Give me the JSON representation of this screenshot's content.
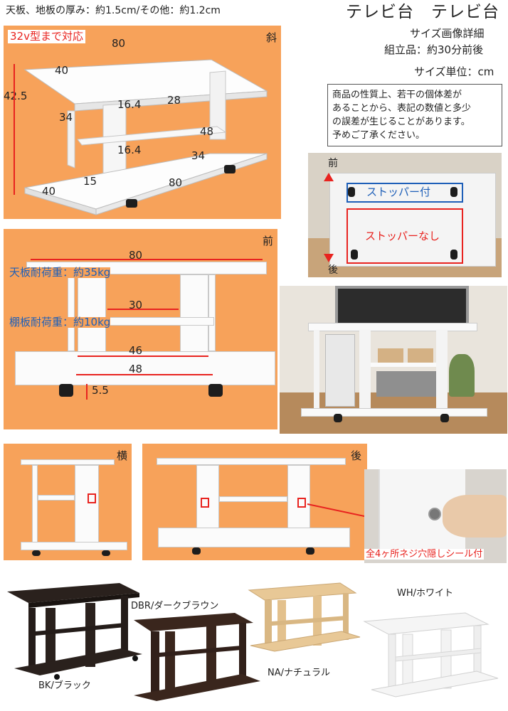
{
  "header": {
    "thickness": "天板、地板の厚み：約1.5cm/その他：約1.2cm",
    "title": "テレビ台　テレビ台",
    "subtitle": "サイズ画像詳細",
    "assembly": "組立品：約30分前後",
    "unit": "サイズ単位：cm"
  },
  "note": {
    "lines": [
      "商品の性質上、若干の個体差が",
      "あることから、表記の数値と多少",
      "の誤差が生じることがあります。",
      "予めご了承ください。"
    ]
  },
  "diag": {
    "badge": "32v型まで対応",
    "view": "斜",
    "w_top": "80",
    "d_top": "40",
    "h_total": "42.5",
    "h_side": "34",
    "h_upper": "16.4",
    "h_lower": "16.4",
    "d_shelf": "28",
    "w_shelf": "48",
    "w_inner": "34",
    "leg": "15",
    "d_bottom": "40",
    "w_bottom": "80"
  },
  "front": {
    "view": "前",
    "w_top": "80",
    "load_top": "天板耐荷重：約35kg",
    "load_shelf": "棚板耐荷重：約10kg",
    "w_shelf": "30",
    "w_inner": "46",
    "w_bottom": "48",
    "wheel_h": "5.5"
  },
  "stopper": {
    "front": "前",
    "back": "後",
    "with": "ストッパー付",
    "without": "ストッパーなし"
  },
  "side": {
    "view": "横"
  },
  "back": {
    "view": "後",
    "seal": "全4ヶ所ネジ穴隠しシール付"
  },
  "colors": {
    "bk": "BK/ブラック",
    "dbr": "DBR/ダークブラウン",
    "na": "NA/ナチュラル",
    "wh": "WH/ホワイト",
    "bk_hex": "#2a211d",
    "dbr_hex": "#3a261d",
    "na_hex": "#e8c896",
    "wh_hex": "#f5f5f5",
    "accent_hex": "#f7a25a"
  }
}
